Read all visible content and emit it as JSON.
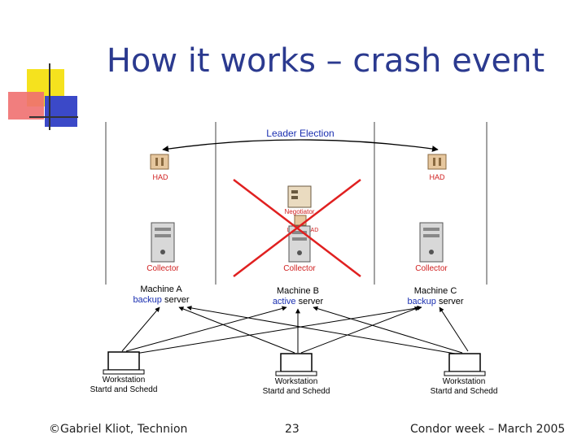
{
  "title": "How it works – crash event",
  "diagram": {
    "leader_election": "Leader Election",
    "had_left": "HAD",
    "had_right": "HAD",
    "negotiator": "Negotiator",
    "leader_had": "Leader HAD",
    "collector_a": "Collector",
    "collector_b": "Collector",
    "collector_c": "Collector",
    "machines": [
      {
        "name": "Machine A",
        "role_word": "backup",
        "role_suffix": "server",
        "role_color": "#1a2fb0"
      },
      {
        "name": "Machine B",
        "role_word": "active",
        "role_suffix": "server",
        "role_color": "#1a2fb0"
      },
      {
        "name": "Machine C",
        "role_word": "backup",
        "role_suffix": "server",
        "role_color": "#1a2fb0"
      }
    ],
    "workstations": [
      {
        "line1": "Workstation",
        "line2": "Startd and Schedd"
      },
      {
        "line1": "Workstation",
        "line2": "Startd and Schedd"
      },
      {
        "line1": "Workstation",
        "line2": "Startd and Schedd"
      }
    ],
    "colors": {
      "label_red": "#d02020",
      "crash_x": "#e02020",
      "title_blue": "#2b3a8f"
    }
  },
  "footer": {
    "left": "©Gabriel Kliot, Technion",
    "center": "23",
    "right": "Condor week – March 2005"
  }
}
